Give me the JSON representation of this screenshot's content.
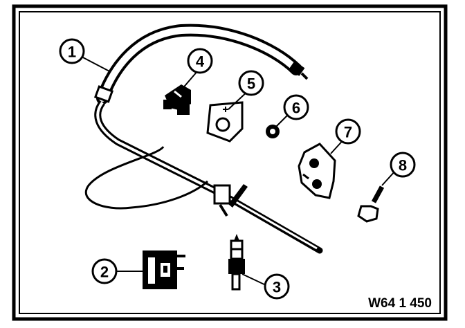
{
  "callouts": {
    "c1": "1",
    "c2": "2",
    "c3": "3",
    "c4": "4",
    "c5": "5",
    "c6": "6",
    "c7": "7",
    "c8": "8"
  },
  "reference_code": "W64 1 450"
}
